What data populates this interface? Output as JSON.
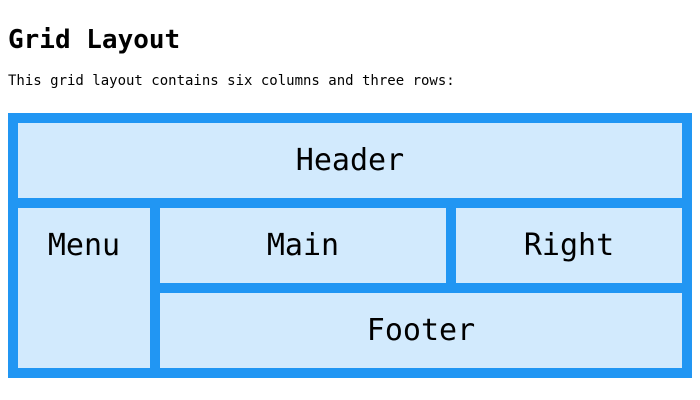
{
  "page": {
    "title": "Grid Layout",
    "description": "This grid layout contains six columns and three rows:"
  },
  "grid": {
    "container_color": "#2196F3",
    "cell_color": "rgba(255,255,255,0.8)",
    "text_color": "#000000",
    "columns": 6,
    "rows": 3,
    "cells": [
      {
        "label": "Header",
        "area": "header"
      },
      {
        "label": "Menu",
        "area": "menu"
      },
      {
        "label": "Main",
        "area": "main"
      },
      {
        "label": "Right",
        "area": "right"
      },
      {
        "label": "Footer",
        "area": "footer"
      }
    ]
  }
}
